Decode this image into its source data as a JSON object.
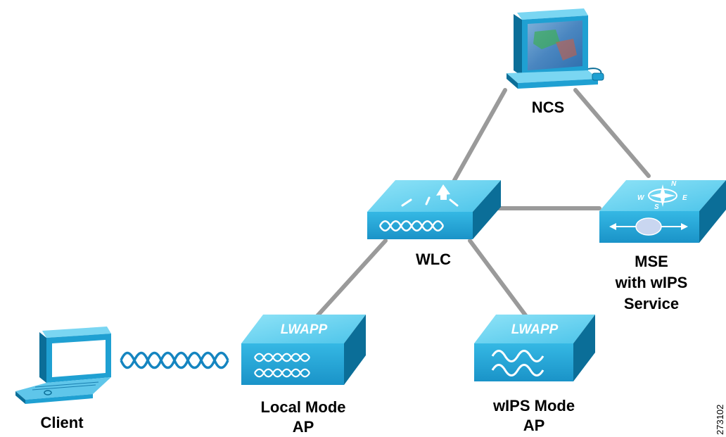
{
  "nodes": {
    "ncs": {
      "label": "NCS"
    },
    "wlc": {
      "label": "WLC"
    },
    "mse": {
      "label_lines": [
        "MSE",
        "with wIPS",
        "Service"
      ],
      "compass_letters": [
        "N",
        "W",
        "E",
        "S"
      ]
    },
    "local_ap": {
      "badge": "LWAPP",
      "label_lines": [
        "Local Mode",
        "AP"
      ]
    },
    "wips_ap": {
      "badge": "LWAPP",
      "label_lines": [
        "wIPS Mode",
        "AP"
      ]
    },
    "client": {
      "label": "Client"
    }
  },
  "figure_id": "273102",
  "colors": {
    "device_top": "#5fd0ee",
    "device_front": "#1fa0d2",
    "device_side": "#0b6e98",
    "link": "#9a9a9a",
    "wireless": "#1585c0"
  }
}
